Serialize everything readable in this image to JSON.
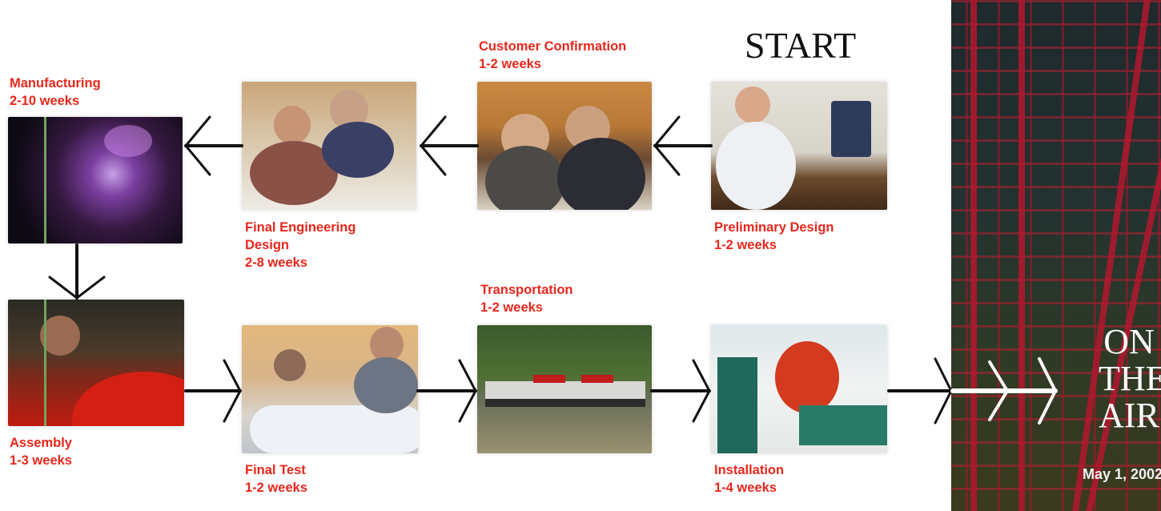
{
  "start_label": "START",
  "on_air": [
    "ON",
    "THE",
    "AIR"
  ],
  "on_air_date": "May 1, 2002",
  "steps": {
    "customer_confirmation": {
      "name": "Customer Confirmation",
      "duration": "1-2 weeks"
    },
    "preliminary_design": {
      "name": "Preliminary Design",
      "duration": "1-2 weeks"
    },
    "final_engineering_design": {
      "name_line1": "Final Engineering",
      "name_line2": "Design",
      "duration": "2-8 weeks"
    },
    "manufacturing": {
      "name": "Manufacturing",
      "duration": "2-10 weeks"
    },
    "assembly": {
      "name": "Assembly",
      "duration": "1-3 weeks"
    },
    "final_test": {
      "name": "Final Test",
      "duration": "1-2 weeks"
    },
    "transportation": {
      "name": "Transportation",
      "duration": "1-2 weeks"
    },
    "installation": {
      "name": "Installation",
      "duration": "1-4 weeks"
    }
  },
  "colors": {
    "label": "#e8271c",
    "arrow": "#111111",
    "tower_red": "#b3182e"
  }
}
